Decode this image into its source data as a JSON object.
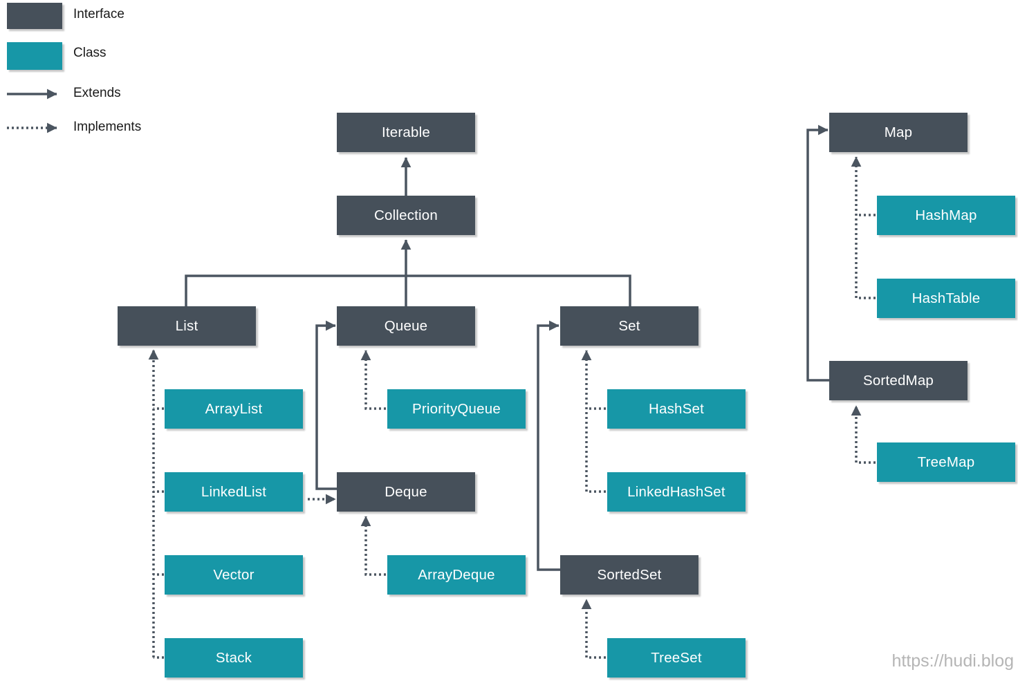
{
  "legend": {
    "interface_label": "Interface",
    "class_label": "Class",
    "extends_label": "Extends",
    "implements_label": "Implements"
  },
  "colors": {
    "interface_fill": "#46505A",
    "class_fill": "#1797A7",
    "arrow": "#4B5560",
    "watermark_text": "#B5B5B5"
  },
  "nodes": {
    "iterable": {
      "label": "Iterable",
      "type": "interface"
    },
    "collection": {
      "label": "Collection",
      "type": "interface"
    },
    "list": {
      "label": "List",
      "type": "interface"
    },
    "queue": {
      "label": "Queue",
      "type": "interface"
    },
    "set": {
      "label": "Set",
      "type": "interface"
    },
    "deque": {
      "label": "Deque",
      "type": "interface"
    },
    "sortedset": {
      "label": "SortedSet",
      "type": "interface"
    },
    "map": {
      "label": "Map",
      "type": "interface"
    },
    "sortedmap": {
      "label": "SortedMap",
      "type": "interface"
    },
    "arraylist": {
      "label": "ArrayList",
      "type": "class"
    },
    "linkedlist": {
      "label": "LinkedList",
      "type": "class"
    },
    "vector": {
      "label": "Vector",
      "type": "class"
    },
    "stack": {
      "label": "Stack",
      "type": "class"
    },
    "priorityqueue": {
      "label": "PriorityQueue",
      "type": "class"
    },
    "arraydeque": {
      "label": "ArrayDeque",
      "type": "class"
    },
    "hashset": {
      "label": "HashSet",
      "type": "class"
    },
    "linkedhashset": {
      "label": "LinkedHashSet",
      "type": "class"
    },
    "treeset": {
      "label": "TreeSet",
      "type": "class"
    },
    "hashmap": {
      "label": "HashMap",
      "type": "class"
    },
    "hashtable": {
      "label": "HashTable",
      "type": "class"
    },
    "treemap": {
      "label": "TreeMap",
      "type": "class"
    }
  },
  "edges": [
    {
      "from": "Collection",
      "to": "Iterable",
      "relation": "extends"
    },
    {
      "from": "List",
      "to": "Collection",
      "relation": "extends"
    },
    {
      "from": "Queue",
      "to": "Collection",
      "relation": "extends"
    },
    {
      "from": "Set",
      "to": "Collection",
      "relation": "extends"
    },
    {
      "from": "Deque",
      "to": "Queue",
      "relation": "extends"
    },
    {
      "from": "SortedSet",
      "to": "Set",
      "relation": "extends"
    },
    {
      "from": "SortedMap",
      "to": "Map",
      "relation": "extends"
    },
    {
      "from": "ArrayList",
      "to": "List",
      "relation": "implements"
    },
    {
      "from": "LinkedList",
      "to": "List",
      "relation": "implements"
    },
    {
      "from": "Vector",
      "to": "List",
      "relation": "implements"
    },
    {
      "from": "Stack",
      "to": "List",
      "relation": "implements"
    },
    {
      "from": "PriorityQueue",
      "to": "Queue",
      "relation": "implements"
    },
    {
      "from": "LinkedList",
      "to": "Deque",
      "relation": "implements"
    },
    {
      "from": "ArrayDeque",
      "to": "Deque",
      "relation": "implements"
    },
    {
      "from": "HashSet",
      "to": "Set",
      "relation": "implements"
    },
    {
      "from": "LinkedHashSet",
      "to": "Set",
      "relation": "implements"
    },
    {
      "from": "TreeSet",
      "to": "SortedSet",
      "relation": "implements"
    },
    {
      "from": "HashMap",
      "to": "Map",
      "relation": "implements"
    },
    {
      "from": "HashTable",
      "to": "Map",
      "relation": "implements"
    },
    {
      "from": "TreeMap",
      "to": "SortedMap",
      "relation": "implements"
    }
  ],
  "watermark": {
    "text": "https://hudi.blog"
  }
}
